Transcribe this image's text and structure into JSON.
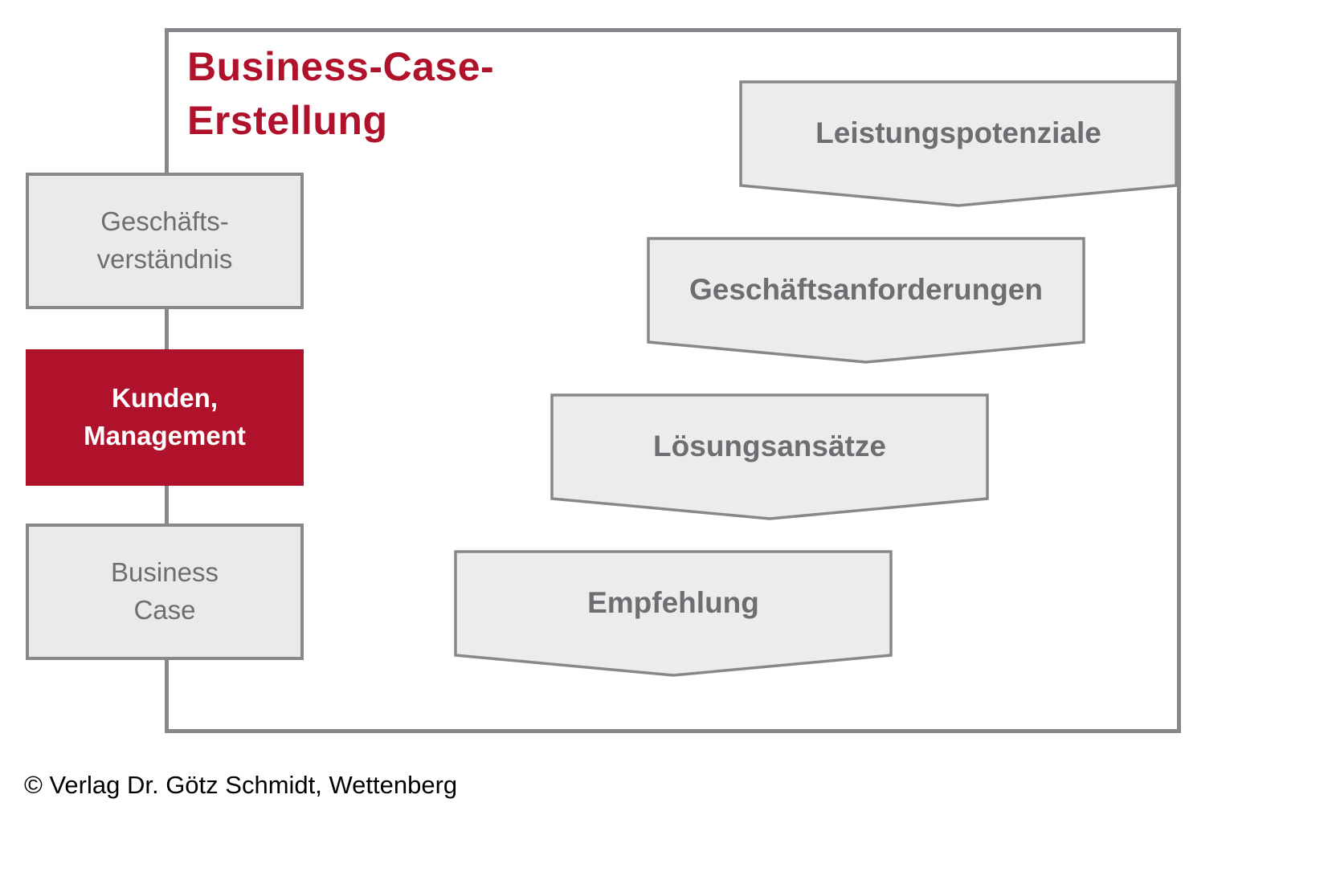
{
  "title": {
    "line1": "Business-Case-",
    "line2": "Erstellung"
  },
  "left_boxes": [
    {
      "line1": "Geschäfts-",
      "line2": "verständnis",
      "variant": "gray"
    },
    {
      "line1": "Kunden,",
      "line2": "Management",
      "variant": "red"
    },
    {
      "line1": "Business",
      "line2": "Case",
      "variant": "gray"
    }
  ],
  "banners": [
    {
      "label": "Leistungspotenziale"
    },
    {
      "label": "Geschäftsanforderungen"
    },
    {
      "label": "Lösungsansätze"
    },
    {
      "label": "Empfehlung"
    }
  ],
  "footer": {
    "copyright": "© Verlag Dr. Götz Schmidt, Wettenberg"
  },
  "colors": {
    "accent_red": "#b1122b",
    "box_gray": "#e9eaea",
    "banner_gray": "#ebecec",
    "border_gray": "#87888b",
    "text_gray": "#6d6e71"
  }
}
